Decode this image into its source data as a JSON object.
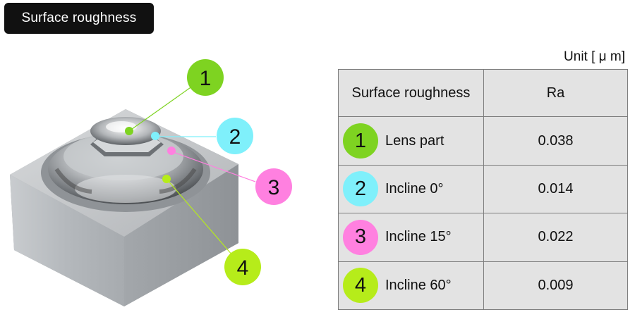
{
  "header": {
    "title": "Surface roughness"
  },
  "unit_label": "Unit [ μ m]",
  "table": {
    "col_name_header": "Surface roughness",
    "col_value_header": "Ra",
    "rows": [
      {
        "num": "1",
        "label": "Lens part",
        "value": "0.038",
        "color": "#7ed321"
      },
      {
        "num": "2",
        "label": "Incline 0°",
        "value": "0.014",
        "color": "#7ff0fb"
      },
      {
        "num": "3",
        "label": "Incline 15°",
        "value": "0.022",
        "color": "#ff80e0"
      },
      {
        "num": "4",
        "label": "Incline 60°",
        "value": "0.009",
        "color": "#b6ec1a"
      }
    ]
  },
  "callouts": [
    {
      "num": "1",
      "color": "#7ed321"
    },
    {
      "num": "2",
      "color": "#7ff0fb"
    },
    {
      "num": "3",
      "color": "#ff80e0"
    },
    {
      "num": "4",
      "color": "#b6ec1a"
    }
  ]
}
